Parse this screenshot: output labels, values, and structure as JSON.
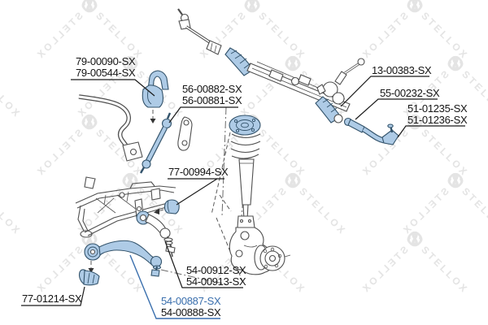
{
  "watermark": {
    "brand": "STELLOX",
    "logo_letter": "S",
    "color": "#e4e4e4"
  },
  "colors": {
    "highlight_fill": "#aecbe6",
    "highlight_stroke": "#33536b",
    "line_art": "#4f4f4f",
    "label_text": "#141414",
    "selected_label": "#3a6fad",
    "leader_line": "#1a1a1a",
    "wm_color": "#e4e4e4"
  },
  "part_labels": [
    {
      "id": "stabilizer-bushing",
      "lines": [
        "79-00090-SX",
        "79-00544-SX"
      ]
    },
    {
      "id": "stabilizer-link",
      "lines": [
        "56-00882-SX",
        "56-00881-SX"
      ]
    },
    {
      "id": "steering-boot",
      "lines": [
        "13-00383-SX"
      ]
    },
    {
      "id": "inner-tie-rod",
      "lines": [
        "55-00232-SX"
      ]
    },
    {
      "id": "tie-rod-end",
      "lines": [
        "51-01235-SX",
        "51-01236-SX"
      ]
    },
    {
      "id": "arm-bushing-rear",
      "lines": [
        "77-00994-SX"
      ]
    },
    {
      "id": "upper-control-arm",
      "lines": [
        "54-00912-SX",
        "54-00913-SX"
      ]
    },
    {
      "id": "arm-bushing-front",
      "lines": [
        "77-01214-SX"
      ]
    },
    {
      "id": "lower-control-arm",
      "lines": [
        "54-00887-SX",
        "54-00888-SX"
      ],
      "selected_index": 0
    }
  ]
}
